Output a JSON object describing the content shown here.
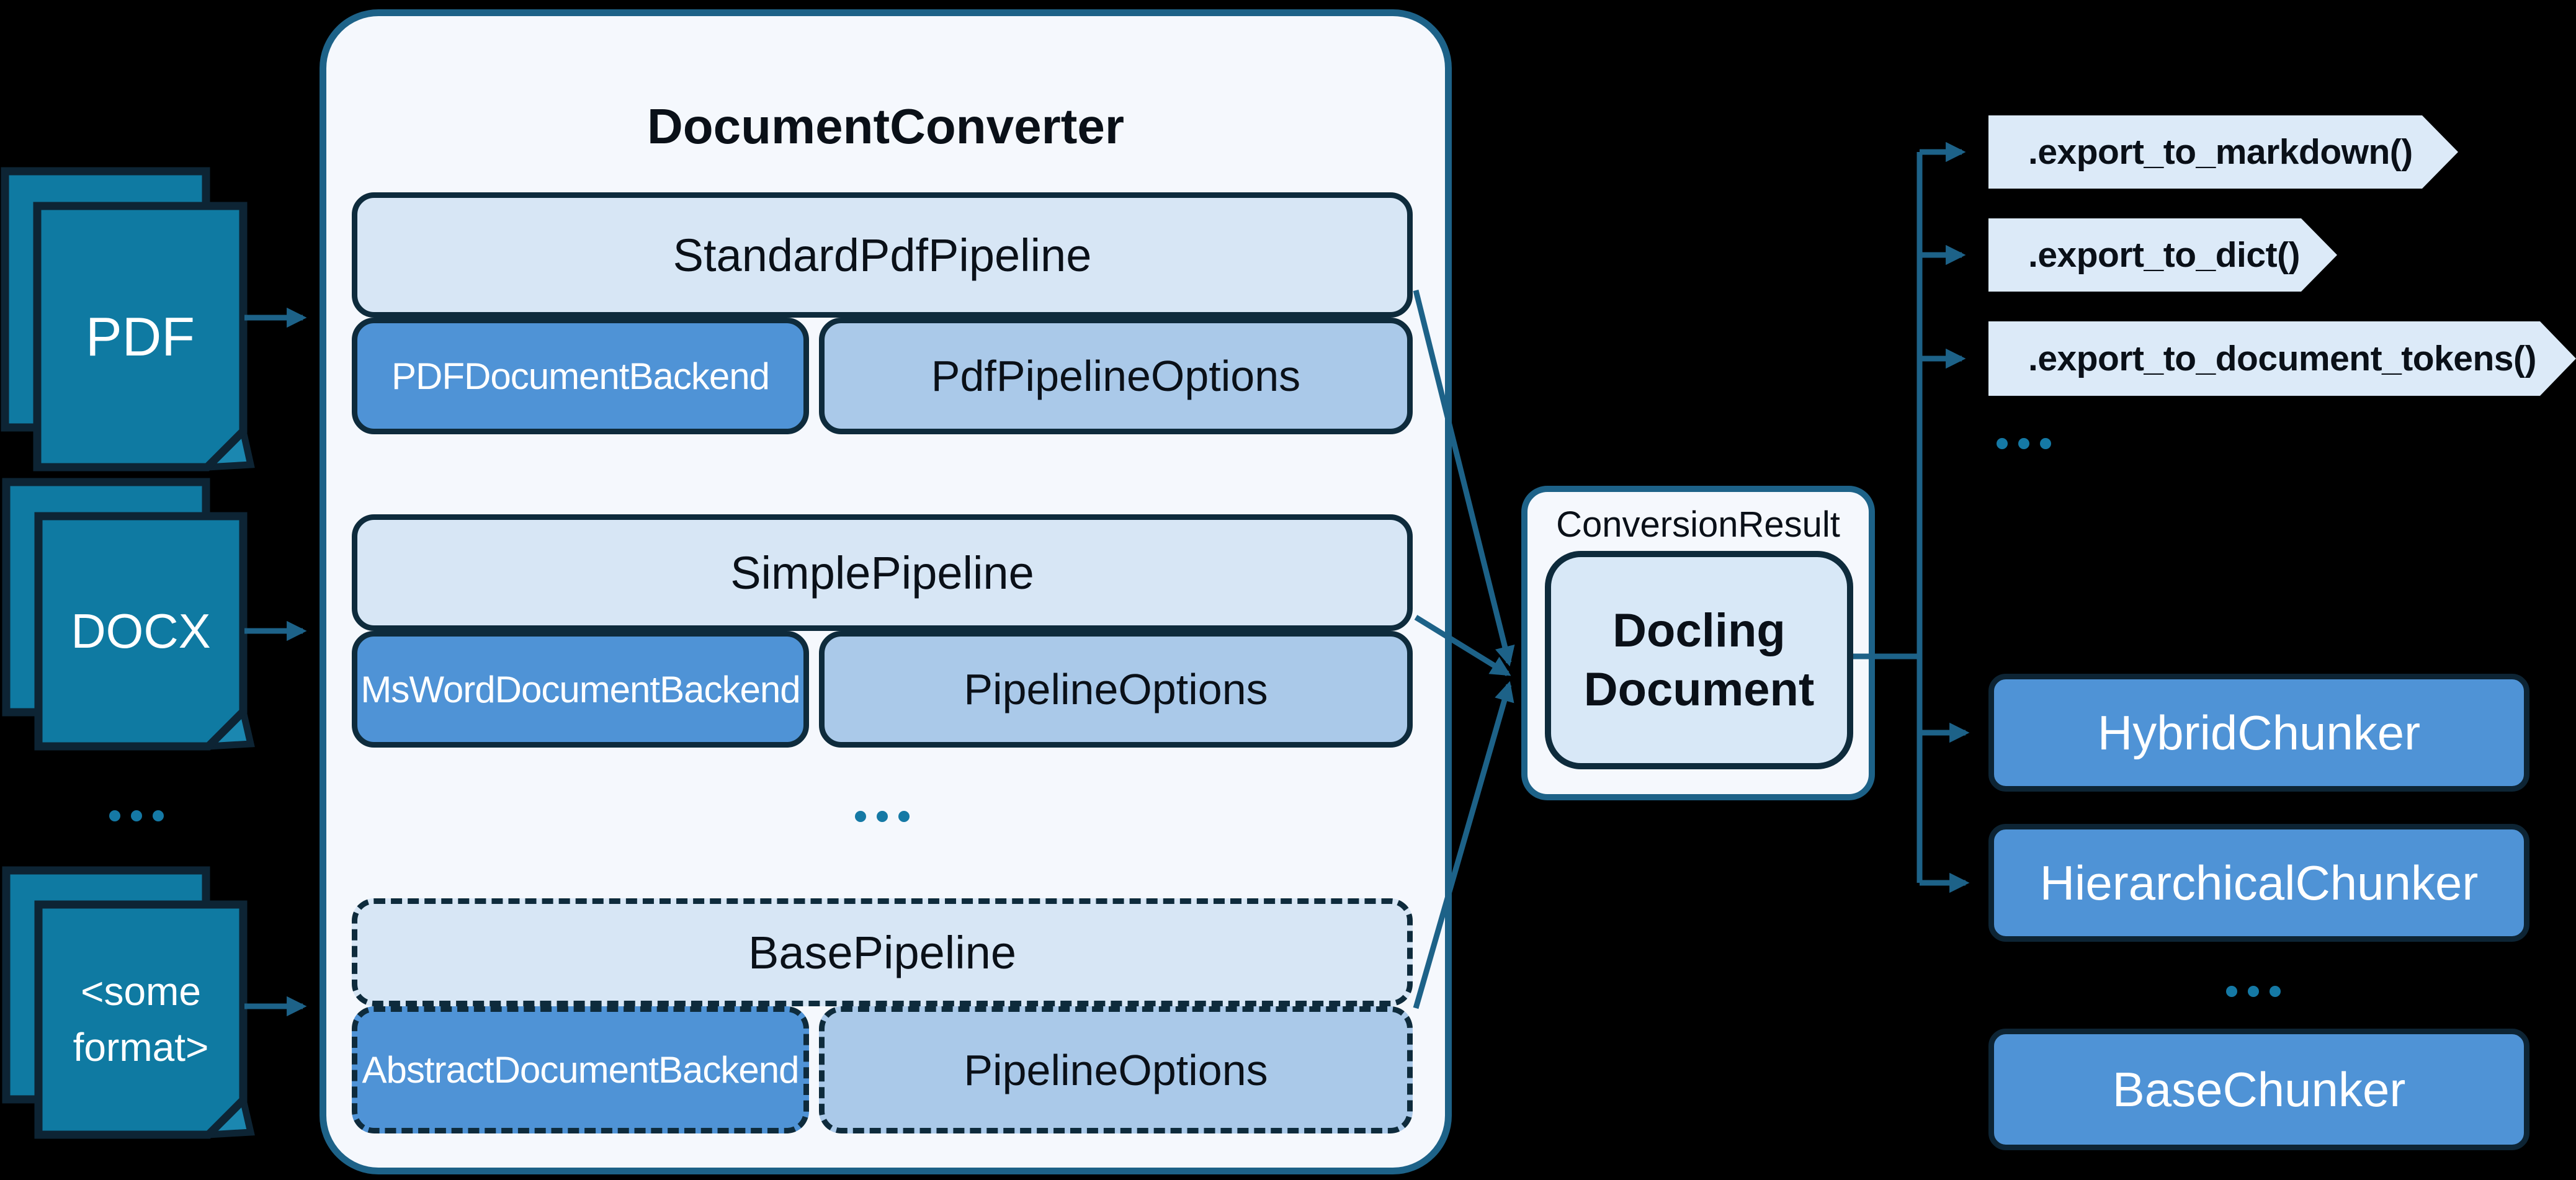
{
  "colors": {
    "background": "#000000",
    "line_teal": "#1d6288",
    "panel_fill": "#f5f8fd",
    "pipeline_fill": "#d7e6f5",
    "options_fill": "#aac9e9",
    "backend_fill": "#4f93d6",
    "document_fill": "#0f7aa2",
    "dark_border": "#0e2b3c",
    "dark_text": "#0a1018",
    "dots": "#1579a5"
  },
  "inputs": [
    {
      "label": "PDF"
    },
    {
      "label": "DOCX"
    },
    {
      "label_line1": "<some",
      "label_line2": "format>"
    }
  ],
  "inputs_ellipsis": "...",
  "converter": {
    "title": "DocumentConverter",
    "rows": [
      {
        "pipeline": "StandardPdfPipeline",
        "backend": "PDFDocumentBackend",
        "options": "PdfPipelineOptions"
      },
      {
        "pipeline": "SimplePipeline",
        "backend": "MsWordDocumentBackend",
        "options": "PipelineOptions"
      },
      {
        "pipeline": "BasePipeline",
        "backend": "AbstractDocumentBackend",
        "options": "PipelineOptions"
      }
    ],
    "ellipsis": "..."
  },
  "result": {
    "label": "ConversionResult",
    "doc_line1": "Docling",
    "doc_line2": "Document"
  },
  "exports": {
    "items": [
      ".export_to_markdown()",
      ".export_to_dict()",
      ".export_to_document_tokens()"
    ],
    "ellipsis": "..."
  },
  "chunkers": {
    "items": [
      "HybridChunker",
      "HierarchicalChunker",
      "BaseChunker"
    ],
    "ellipsis": "..."
  }
}
